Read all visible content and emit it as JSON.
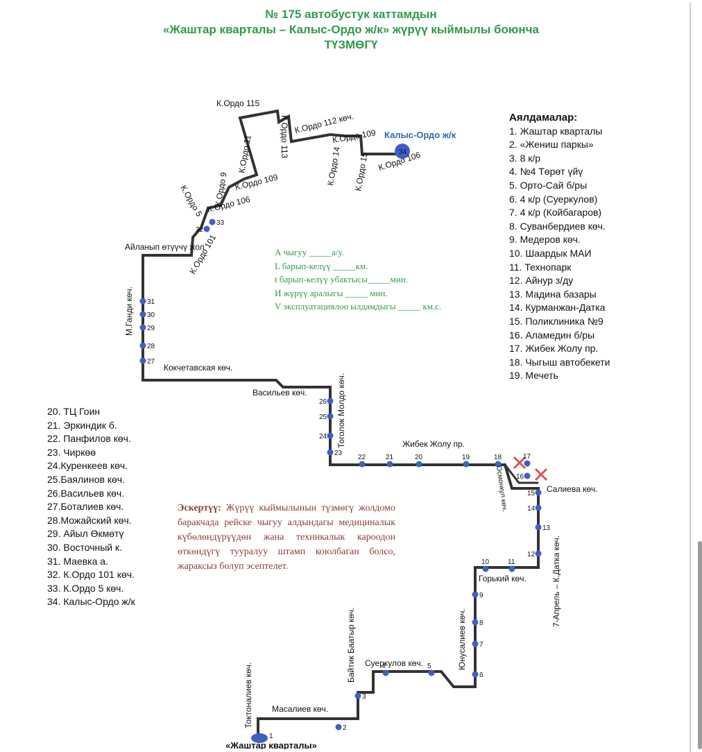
{
  "title": {
    "line1": "№ 175  автобустук каттамдын",
    "line2": "«Жаштар кварталы – Калыс-Ордо ж/к»  жүрүү кыймылы боюнча",
    "line3": "ТҮЗМӨГҮ"
  },
  "stops_header": "Аялдамалар:",
  "stops_right": [
    "1. Жаштар кварталы",
    "2. «Жениш паркы»",
    "3. 8 к/р",
    "4. №4 Төрөт үйү",
    "5. Орто-Сай б/ры",
    "6. 4 к/р (Суеркулов)",
    "7. 4 к/р (Койбагаров)",
    "8. Суванбердиев көч.",
    "9. Медеров  көч.",
    "10. Шаардык МАИ",
    "11. Технопарк",
    "12. Айнур з/ду",
    "13. Мадина базары",
    "14. Курманжан-Датка",
    "15. Поликлиника №9",
    "16. Аламедин б/ры",
    "17. Жибек Жолу пр.",
    "18. Чыгыш автобекети",
    "19. Мечеть"
  ],
  "stops_left": [
    "20. ТЦ Гоин",
    "21. Эркиндик б.",
    "22. Панфилов көч.",
    "23. Чиркөө",
    "24.Куренкеев көч.",
    "25.Баялинов көч.",
    "26.Васильев көч.",
    "27.Боталиев көч.",
    "28.Можайский көч.",
    "29. Айыл Өкмөтү",
    "30. Восточный к.",
    "31. Маевка а.",
    "32. К.Ордо 101 көч.",
    "33. К.Ордо 5 көч.",
    "34. Калыс-Ордо ж/к"
  ],
  "form_lines": [
    "А чыгуу _____а/у.",
    "L барып-келүү _____км.",
    "t барып-келүү убактысы_____мин.",
    "И жүрүү аралыгы _____ мин.",
    "V эксплуатациялоо ылдамдыгы _____ км.с."
  ],
  "note": {
    "label": "Эскертүү:",
    "text": " Жүрүү кыймылынын түзмөгү жолдомо баракчада рейске чыгуу алдындагы медициналык күбөлөндүрүүдөн жана техникалык кароодон өткөндүгү тууралуу штамп коюлбаган болсо, жараксыз болуп эсептелет."
  },
  "map": {
    "start_label": "«Жаштар кварталы»",
    "destination_label": "Калыс-Ордо ж/к",
    "street_labels": [
      "К.Ордо 115",
      "К.Ордо 113",
      "К.Ордо 112 көч.",
      "К.Ордо 109",
      "К.Ордо 14",
      "К.Ордо 15",
      "К.Ордо 106",
      "К.Ордо 11",
      "К.Ордо 9",
      "К.Ордо 109",
      "К.Ордо 5",
      "К.Ордо 106",
      "К.Ордо 101",
      "Айланып өтүүчү жол",
      "М.Ганди көч.",
      "Кокчетавская көч.",
      "Васильев көч.",
      "Тоголок Молдо көч.",
      "Жибек Жолу пр.",
      "Салиева көч.",
      "Осмонкул көч.",
      "7-Апрель – К.Датка көч.",
      "Горький көч.",
      "Юнусалиев көч.",
      "Байтик Баатыр көч.",
      "Суеркулов көч.",
      "Масалиев көч.",
      "Токтоналиев көч."
    ]
  },
  "colors": {
    "title_green": "#2f9b49",
    "route_line": "#333333",
    "stop_dot": "#3f5fc4",
    "note_red": "#8b3a3a",
    "cross_red": "#d65555"
  }
}
